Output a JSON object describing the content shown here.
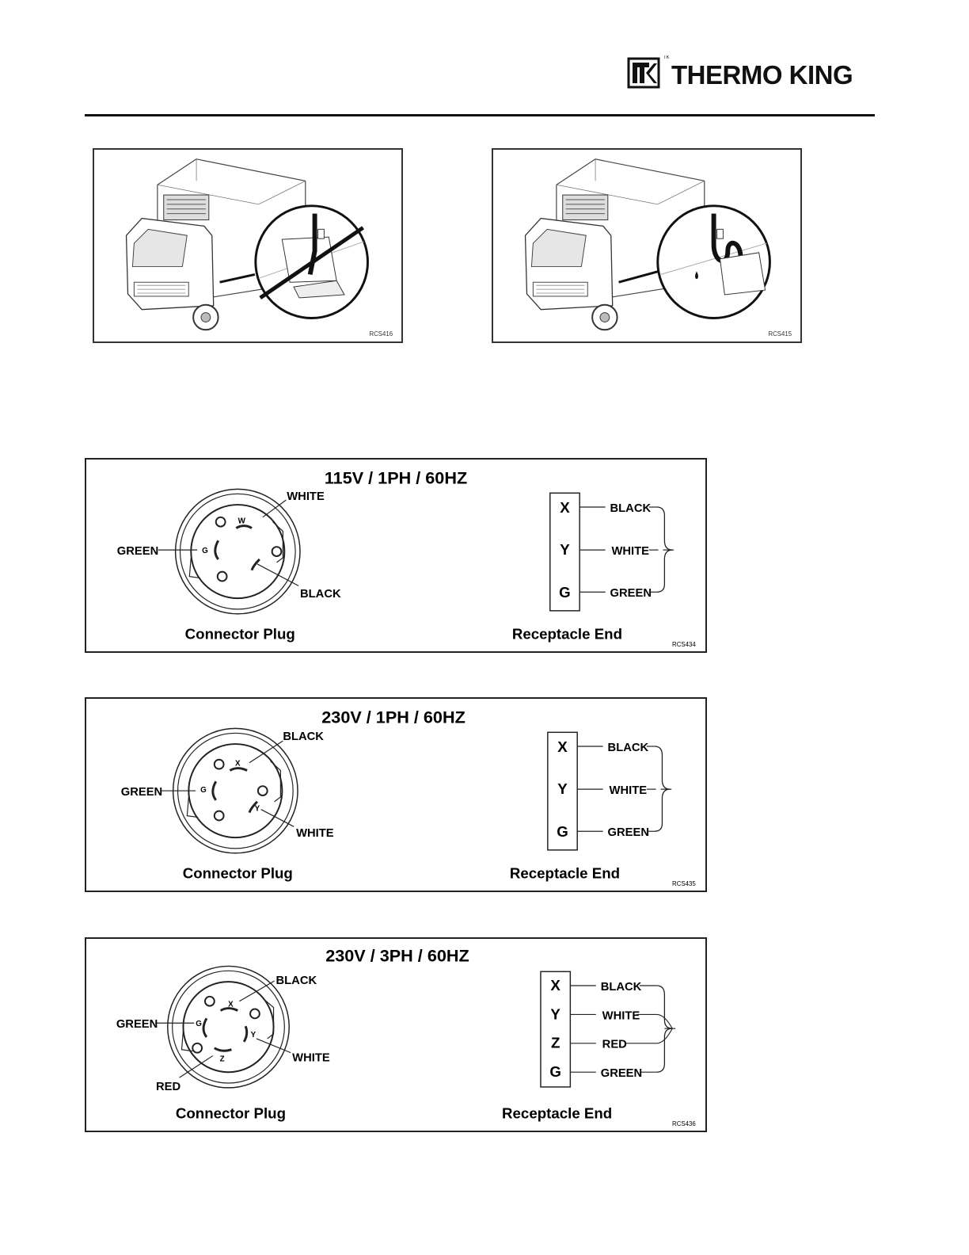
{
  "header": {
    "brand": "THERMO KING",
    "logo_mark": "TK"
  },
  "photos": [
    {
      "ref": "RCS416",
      "depiction": "incorrect-routing"
    },
    {
      "ref": "RCS415",
      "depiction": "correct-routing-with-drip-loop"
    }
  ],
  "panels": [
    {
      "title": "115V / 1PH / 60HZ",
      "ref": "RCS434",
      "plug_caption": "Connector Plug",
      "receptacle_caption": "Receptacle End",
      "plug_labels": {
        "green": "GREEN",
        "white": "WHITE",
        "black": "BLACK"
      },
      "pin_letters": {
        "g": "G",
        "w": "W"
      },
      "receptacle": [
        {
          "terminal": "X",
          "wire": "BLACK"
        },
        {
          "terminal": "Y",
          "wire": "WHITE"
        },
        {
          "terminal": "G",
          "wire": "GREEN"
        }
      ]
    },
    {
      "title": "230V / 1PH / 60HZ",
      "ref": "RCS435",
      "plug_caption": "Connector Plug",
      "receptacle_caption": "Receptacle End",
      "plug_labels": {
        "green": "GREEN",
        "black": "BLACK",
        "white": "WHITE"
      },
      "pin_letters": {
        "g": "G",
        "x": "X",
        "y": "Y"
      },
      "receptacle": [
        {
          "terminal": "X",
          "wire": "BLACK"
        },
        {
          "terminal": "Y",
          "wire": "WHITE"
        },
        {
          "terminal": "G",
          "wire": "GREEN"
        }
      ]
    },
    {
      "title": "230V / 3PH / 60HZ",
      "ref": "RCS436",
      "plug_caption": "Connector Plug",
      "receptacle_caption": "Receptacle End",
      "plug_labels": {
        "green": "GREEN",
        "black": "BLACK",
        "white": "WHITE",
        "red": "RED"
      },
      "pin_letters": {
        "g": "G",
        "x": "X",
        "y": "Y",
        "z": "Z"
      },
      "receptacle": [
        {
          "terminal": "X",
          "wire": "BLACK"
        },
        {
          "terminal": "Y",
          "wire": "WHITE"
        },
        {
          "terminal": "Z",
          "wire": "RED"
        },
        {
          "terminal": "G",
          "wire": "GREEN"
        }
      ]
    }
  ]
}
